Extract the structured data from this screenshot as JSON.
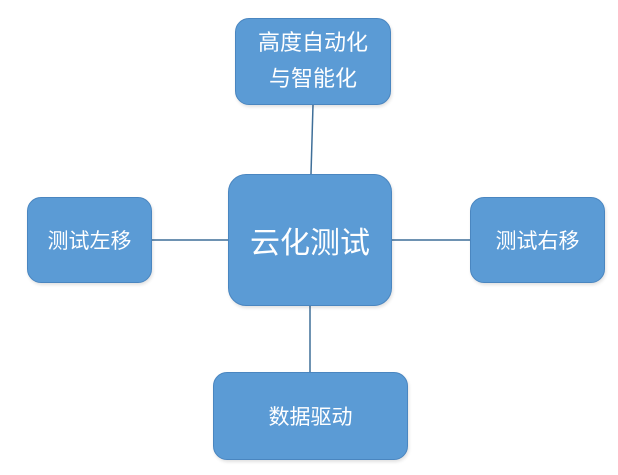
{
  "diagram": {
    "center": {
      "label": "云化测试"
    },
    "top": {
      "label": "高度自动化\n与智能化"
    },
    "left": {
      "label": "测试左移"
    },
    "right": {
      "label": "测试右移"
    },
    "bottom": {
      "label": "数据驱动"
    }
  },
  "colors": {
    "node_fill": "#5b9bd5",
    "node_border": "#4a86c0",
    "connector": "#3f6f99",
    "text": "#ffffff"
  }
}
